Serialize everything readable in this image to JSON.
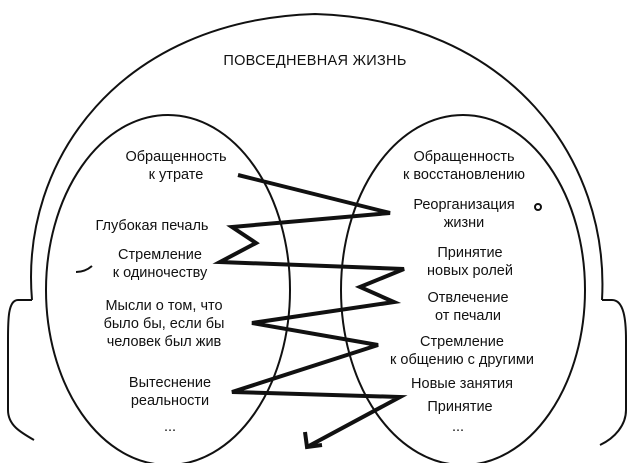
{
  "title": "ПОВСЕДНЕВНАЯ ЖИЗНЬ",
  "left_items": [
    {
      "lines": [
        "Обращенность",
        "к утрате"
      ]
    },
    {
      "lines": [
        "Глубокая печаль"
      ]
    },
    {
      "lines": [
        "Стремление",
        "к одиночеству"
      ]
    },
    {
      "lines": [
        "Мысли о том, что",
        "было бы, если бы",
        "человек был жив"
      ]
    },
    {
      "lines": [
        "Вытеснение",
        "реальности"
      ]
    },
    {
      "lines": [
        "..."
      ]
    }
  ],
  "right_items": [
    {
      "lines": [
        "Обращенность",
        "к восстановлению"
      ]
    },
    {
      "lines": [
        "Реорганизация",
        "жизни"
      ]
    },
    {
      "lines": [
        "Принятие",
        "новых ролей"
      ]
    },
    {
      "lines": [
        "Отвлечение",
        "от печали"
      ]
    },
    {
      "lines": [
        "Стремление",
        "к общению с другими"
      ]
    },
    {
      "lines": [
        "Новые занятия"
      ]
    },
    {
      "lines": [
        "Принятие"
      ]
    },
    {
      "lines": [
        "..."
      ]
    }
  ]
}
